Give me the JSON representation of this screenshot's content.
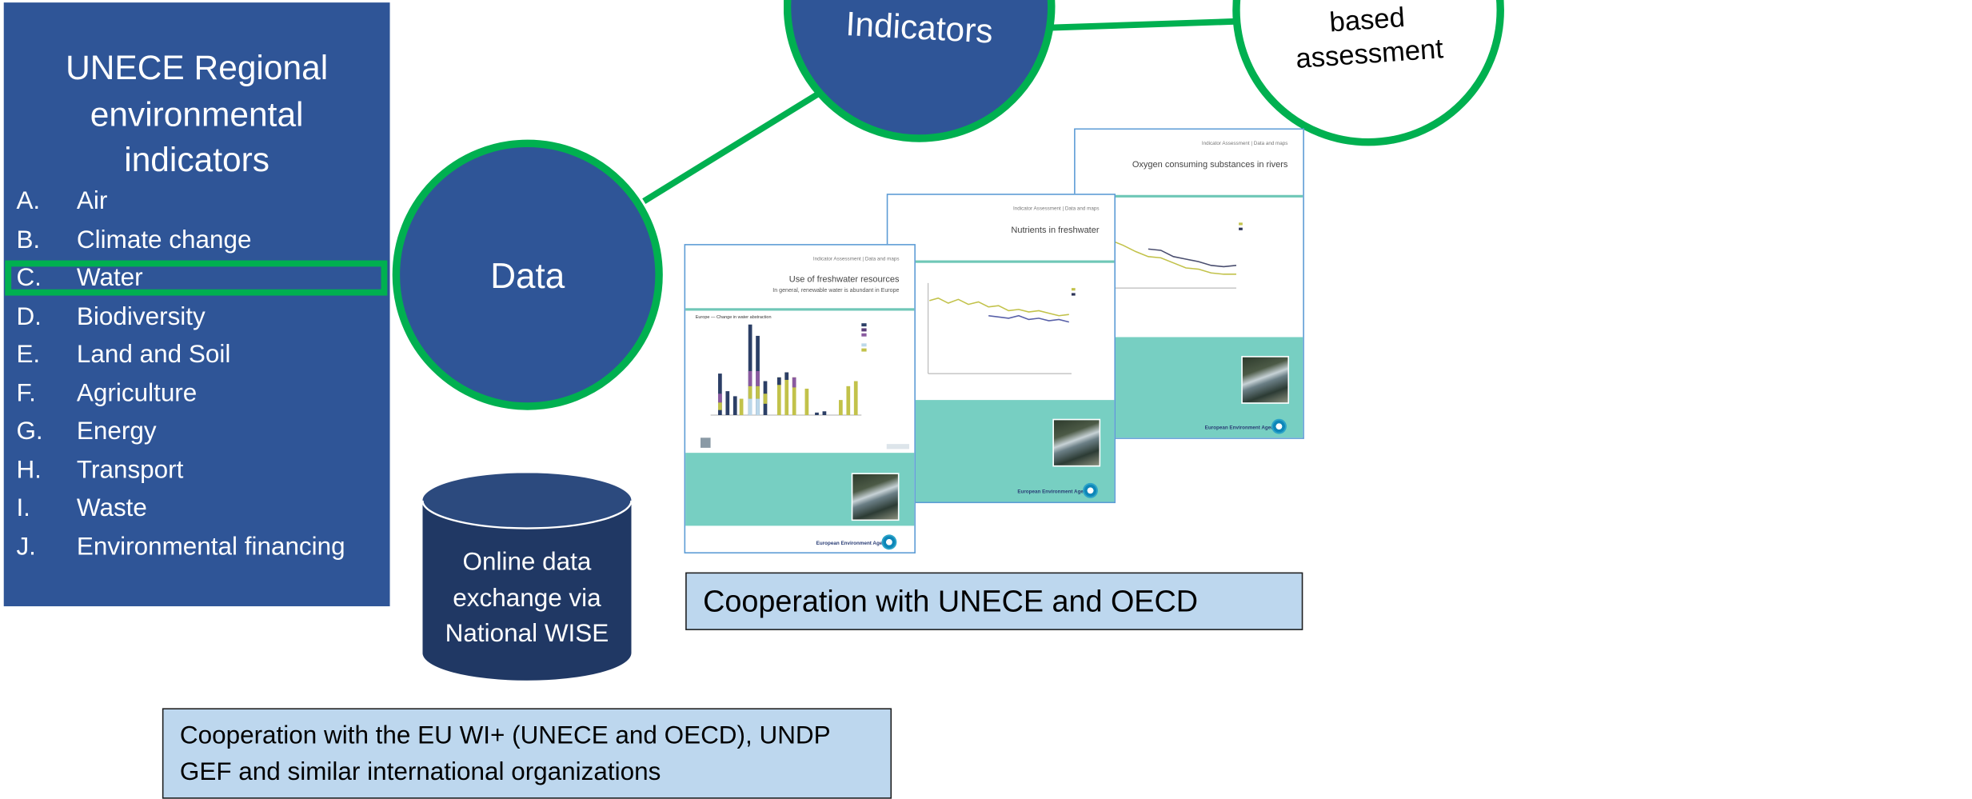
{
  "panel": {
    "title_lines": [
      "UNECE Regional",
      "environmental",
      "indicators"
    ],
    "items": [
      {
        "letter": "A.",
        "name": "Air"
      },
      {
        "letter": "B.",
        "name": "Climate change"
      },
      {
        "letter": "C.",
        "name": "Water"
      },
      {
        "letter": "D.",
        "name": "Biodiversity"
      },
      {
        "letter": "E.",
        "name": "Land and Soil"
      },
      {
        "letter": "F.",
        "name": "Agriculture"
      },
      {
        "letter": "G.",
        "name": "Energy"
      },
      {
        "letter": "H.",
        "name": "Transport"
      },
      {
        "letter": "I.",
        "name": "Waste"
      },
      {
        "letter": "J.",
        "name": "Environmental financing"
      }
    ],
    "highlighted_item": "Water"
  },
  "nodes": {
    "data": "Data",
    "indicators": "Indicators",
    "assessment_lines": [
      "based",
      "assessment"
    ]
  },
  "database": {
    "lines": [
      "Online data",
      "exchange via",
      "National WISE"
    ]
  },
  "documents": [
    {
      "header": "Indicator Assessment | Data and maps",
      "title": "Use of freshwater resources",
      "subtitle": "In general, renewable water is abundant in Europe",
      "chart_title": "Europe — Change in water abstraction",
      "footer": "European Environment Agency"
    },
    {
      "header": "Indicator Assessment | Data and maps",
      "title": "Nutrients in freshwater",
      "subtitle": "",
      "footer": "European Environment Agency"
    },
    {
      "header": "Indicator Assessment | Data and maps",
      "title": "Oxygen consuming substances in rivers",
      "subtitle": "",
      "footer": "European Environment Agency"
    }
  ],
  "cooperation": {
    "unece_oecd": "Cooperation with UNECE and OECD",
    "eu_wi_lines": [
      "Cooperation with the EU WI+ (UNECE and OECD), UNDP",
      "GEF and similar international organizations"
    ]
  },
  "colors": {
    "panel_blue": "#2f5597",
    "accent_green": "#00b050",
    "db_navy": "#203864",
    "box_light_blue": "#bdd7ee",
    "doc_teal": "#77cfc2"
  }
}
